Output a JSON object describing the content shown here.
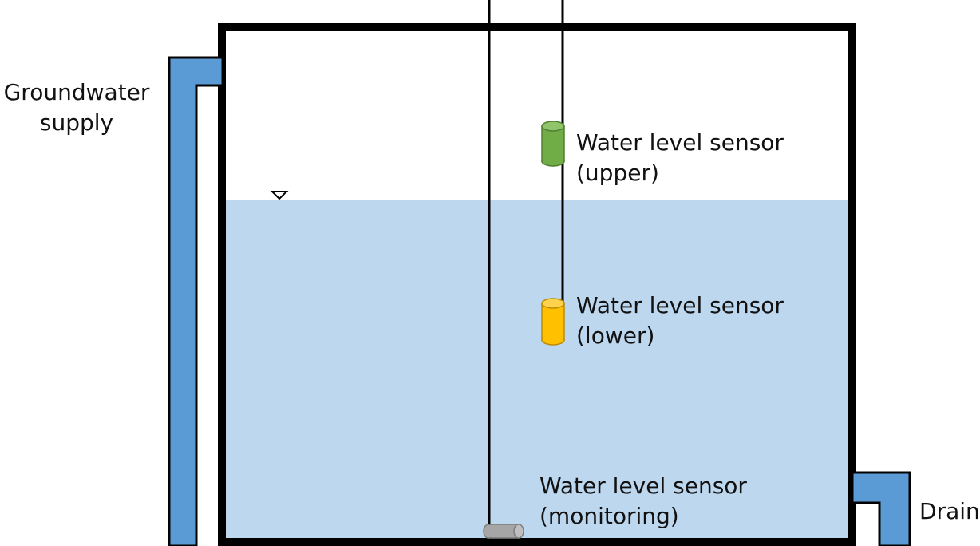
{
  "labels": {
    "inlet_line1": "Groundwater",
    "inlet_line2": "supply",
    "upper_line1": "Water level sensor",
    "upper_line2": "(upper)",
    "lower_line1": "Water level sensor",
    "lower_line2": "(lower)",
    "monitor_line1": "Water level sensor",
    "monitor_line2": "(monitoring)",
    "drain": "Drain"
  },
  "colors": {
    "water": "#bdd7ee",
    "pipe": "#5b9bd5",
    "upper_sensor": "#70ad47",
    "lower_sensor": "#ffc000",
    "monitor_sensor": "#a6a6a6",
    "outline": "#000000"
  }
}
